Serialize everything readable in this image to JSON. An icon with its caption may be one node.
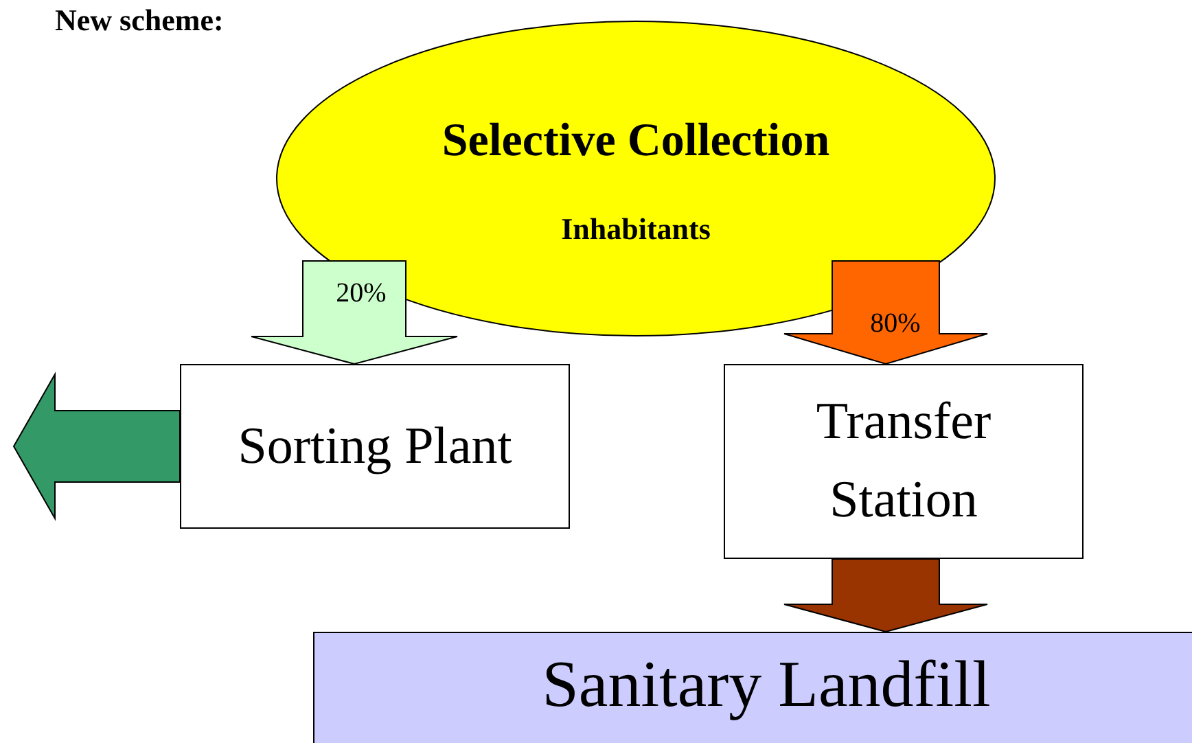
{
  "diagram": {
    "title": "New scheme:",
    "nodes": [
      {
        "text": [
          "Selective Collection",
          "Inhabitants"
        ]
      },
      {
        "text": [
          "Sorting Plant"
        ]
      },
      {
        "text": [
          "Transfer Station"
        ]
      },
      {
        "text": [
          "Sanitary Landfill"
        ]
      }
    ],
    "edges": [
      {
        "from": 0,
        "to": 1,
        "arrow": "to",
        "label": "20%",
        "color": "#ccffcc"
      },
      {
        "from": 0,
        "to": 2,
        "arrow": "to",
        "label": "80%",
        "color": "#ff6600"
      },
      {
        "from": 1,
        "to": null,
        "arrow": "to",
        "color": "#339966"
      },
      {
        "from": 2,
        "to": 3,
        "arrow": "to",
        "color": "#993300"
      }
    ]
  }
}
